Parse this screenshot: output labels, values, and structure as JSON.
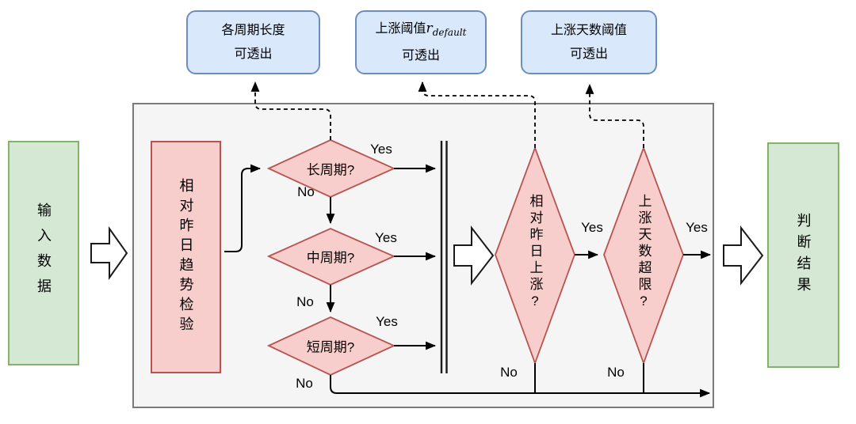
{
  "diagram_title": "trend-detection-flowchart",
  "callouts": [
    {
      "line1": "各周期长度",
      "line2": "可透出"
    },
    {
      "prefix": "上涨阈值",
      "symbol": "r",
      "subscript": "default",
      "line2": "可透出"
    },
    {
      "line1": "上涨天数阈值",
      "line2": "可透出"
    }
  ],
  "nodes": {
    "input": "输入数据",
    "trend_check": "相对昨日趋势检验",
    "long_period": "长周期?",
    "mid_period": "中周期?",
    "short_period": "短周期?",
    "rise_vs_yesterday": "相对昨日上涨?",
    "rise_days_limit": "上涨天数超限?",
    "result": "判断结果"
  },
  "labels": {
    "yes": "Yes",
    "no": "No"
  },
  "colors": {
    "green_fill": "#d5e8d4",
    "green_border": "#82b366",
    "pink_fill": "#f8cecc",
    "pink_border": "#b85450",
    "blue_fill": "#dae8fc",
    "blue_border": "#6c8ebf",
    "container_fill": "#f5f5f5",
    "container_border": "#7a7a7a",
    "line": "#000000"
  }
}
